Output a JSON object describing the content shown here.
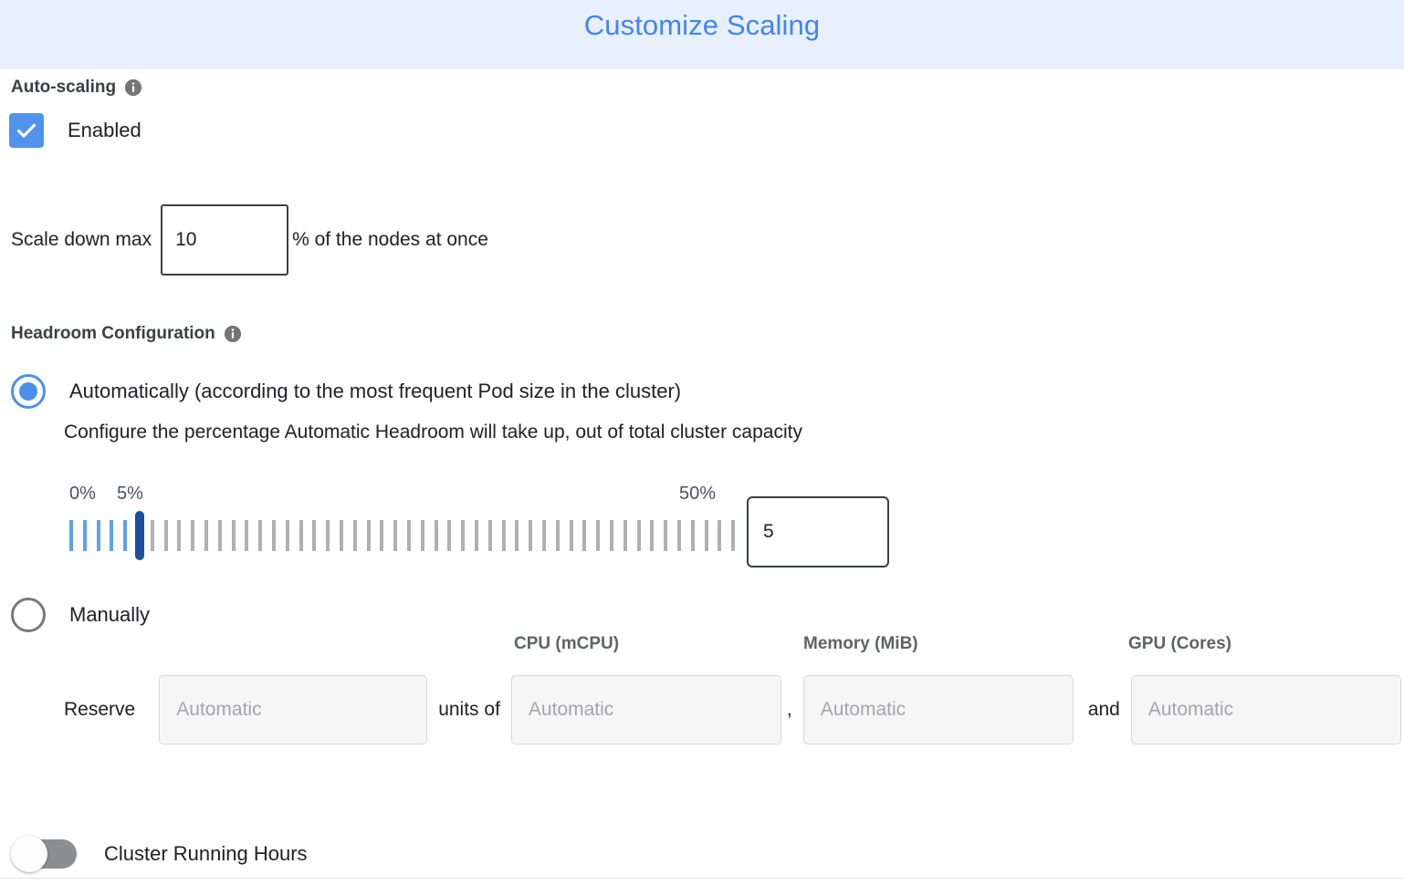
{
  "header": {
    "title": "Customize Scaling",
    "background": "#e8f0fe",
    "title_color": "#4285f4"
  },
  "auto_scaling": {
    "section_label": "Auto-scaling",
    "info_icon": "info-icon",
    "checkbox_label": "Enabled",
    "checkbox_checked": true,
    "checkbox_color": "#5093ec",
    "scale_down": {
      "prefix_label": "Scale down max",
      "value": "10",
      "suffix_label": "% of the nodes at once"
    }
  },
  "headroom": {
    "section_label": "Headroom Configuration",
    "info_icon": "info-icon",
    "option_auto": {
      "label": "Automatically (according to the most frequent Pod size in the cluster)",
      "selected": true,
      "help_text": "Configure the percentage Automatic Headroom will take up, out of total cluster capacity"
    },
    "slider": {
      "min_label": "0%",
      "current_label": "5%",
      "max_label": "50%",
      "value": "5",
      "min": 0,
      "max": 50,
      "tick_count": 50,
      "filled_ticks": 6,
      "tick_color": "#b0b0b0",
      "filled_tick_color": "#5ba2ef",
      "thumb_color": "#1b4fa0",
      "label_color": "#4a5068"
    },
    "option_manual": {
      "label": "Manually",
      "selected": false,
      "reserve_prefix": "Reserve",
      "units_of": "units of",
      "comma": ",",
      "and": "and",
      "fields": [
        {
          "name": "units",
          "header": "",
          "placeholder": "Automatic",
          "value": ""
        },
        {
          "name": "cpu",
          "header": "CPU (mCPU)",
          "placeholder": "Automatic",
          "value": ""
        },
        {
          "name": "memory",
          "header": "Memory (MiB)",
          "placeholder": "Automatic",
          "value": ""
        },
        {
          "name": "gpu",
          "header": "GPU (Cores)",
          "placeholder": "Automatic",
          "value": ""
        }
      ]
    }
  },
  "cluster_running_hours": {
    "label": "Cluster Running Hours",
    "enabled": false,
    "track_color": "#8b8d90"
  }
}
